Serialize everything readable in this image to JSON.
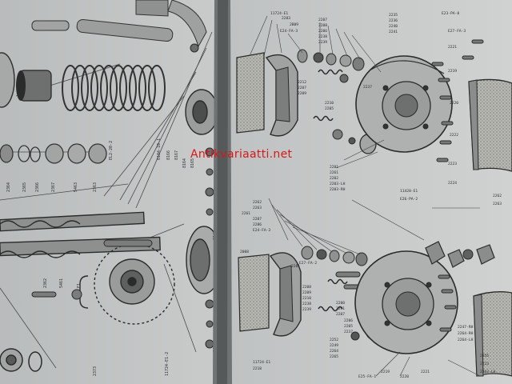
{
  "watermark": "Antikvariaatti.net",
  "left_page": {
    "labels": [
      "2364",
      "2365",
      "2366",
      "2367",
      "5463",
      "2363",
      "2362",
      "5461",
      "E1",
      "EL2-20-2",
      "6104-10-1",
      "8166",
      "8167",
      "8164",
      "8165",
      "8147",
      "2008",
      "11724-E1-2",
      "2373"
    ]
  },
  "right_page": {
    "upper_labels": [
      "11724-E1",
      "2283",
      "2B09",
      "E24-FA-3",
      "2207",
      "2208",
      "2206",
      "2238",
      "2239",
      "2212",
      "2207",
      "2209",
      "2210",
      "2205",
      "2235",
      "2236",
      "2240",
      "2241",
      "2237",
      "2201",
      "2261",
      "2202",
      "2203-LH",
      "2203-RH",
      "E23-PA-8",
      "E27-FA-3",
      "2221",
      "2219",
      "2220",
      "2222",
      "2223",
      "2224",
      "11420-E1",
      "E26-PA-2",
      "2262",
      "2263"
    ],
    "lower_labels": [
      "2262",
      "2263",
      "2261",
      "2207",
      "2286",
      "E24-FA-3",
      "2008",
      "2281",
      "E27-FA-2",
      "2208",
      "2209",
      "2210",
      "2238",
      "2239",
      "2200",
      "2291",
      "2207",
      "2206",
      "2205",
      "2237",
      "2252",
      "2249",
      "2264",
      "2265",
      "11724-E1",
      "2218",
      "E25-FA-1",
      "2219",
      "2220",
      "2221",
      "2247-RH",
      "2264-RH",
      "2264-LH",
      "2255",
      "2223",
      "2203-LH"
    ]
  }
}
